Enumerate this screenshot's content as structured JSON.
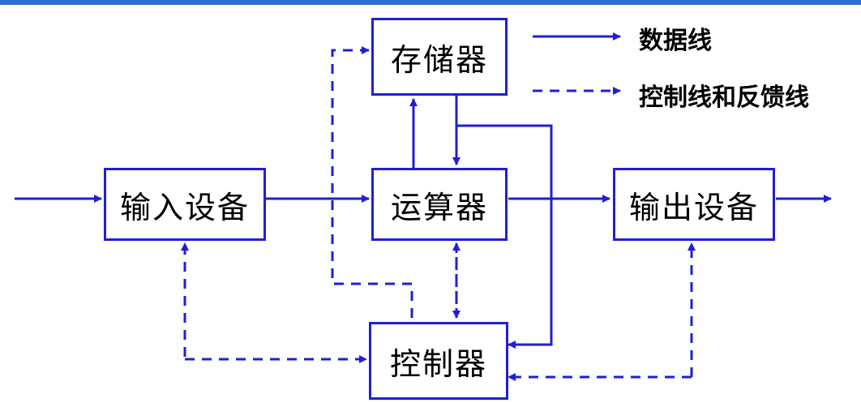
{
  "blocks": {
    "memory": "存储器",
    "alu": "运算器",
    "input": "输入设备",
    "output": "输出设备",
    "controller": "控制器"
  },
  "legend": {
    "data_line": "数据线",
    "control_line": "控制线和反馈线"
  },
  "colors": {
    "line": "#1f1fd6",
    "accent_bar": "#2f6fd0"
  }
}
